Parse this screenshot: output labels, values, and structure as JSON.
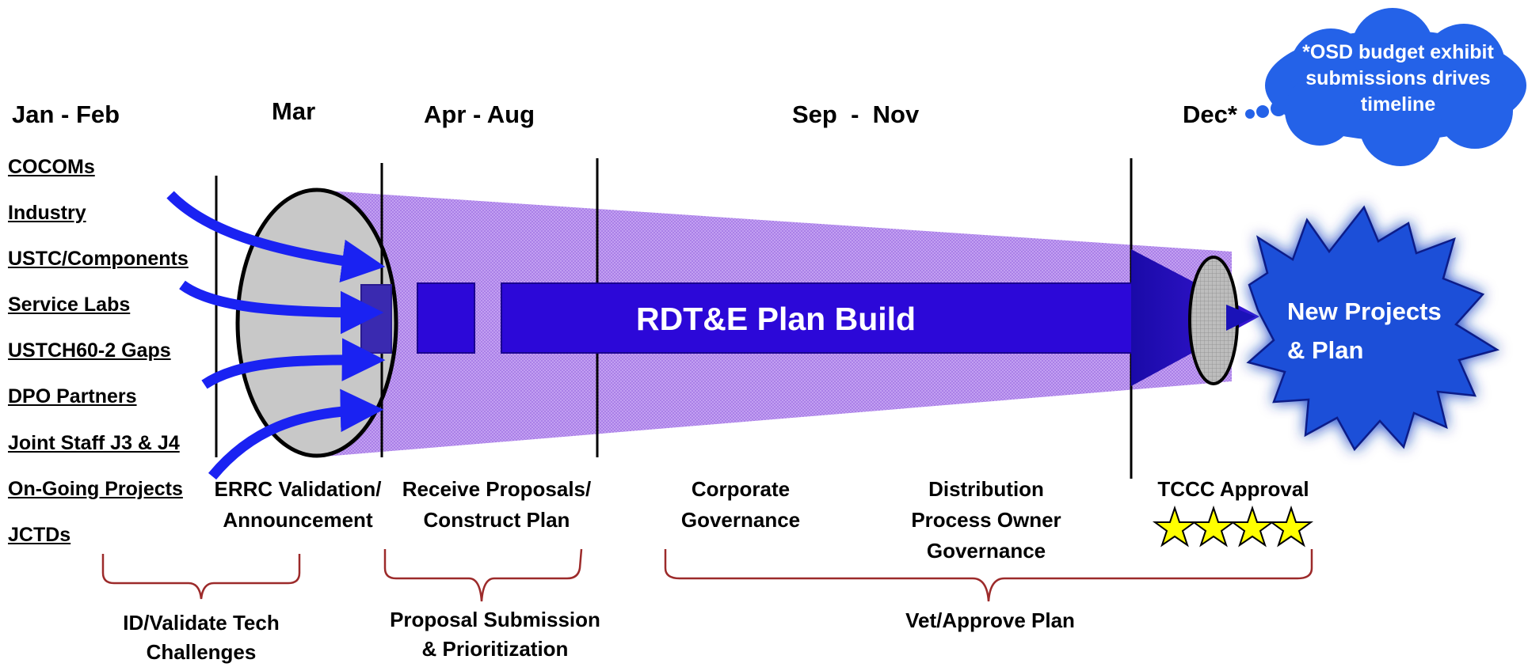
{
  "periods": {
    "jan_feb": "Jan - Feb",
    "mar": "Mar",
    "apr_aug": "Apr - Aug",
    "sep_nov": "Sep  -  Nov",
    "dec": "Dec*"
  },
  "sources": [
    "COCOMs",
    "Industry",
    "USTC/Components",
    "Service Labs",
    "USTCH60-2 Gaps",
    "DPO Partners",
    "Joint Staff J3 & J4",
    "On-Going Projects",
    "JCTDs"
  ],
  "stages": {
    "errc": [
      "ERRC Validation/",
      "Announcement"
    ],
    "receive": [
      "Receive Proposals/",
      "Construct Plan"
    ],
    "corporate": [
      "Corporate",
      "Governance"
    ],
    "distribution": [
      "Distribution",
      "Process Owner",
      "Governance"
    ],
    "tccc": "TCCC Approval"
  },
  "phases": {
    "id_validate": [
      "ID/Validate Tech",
      "Challenges"
    ],
    "proposal": [
      "Proposal Submission",
      "& Prioritization"
    ],
    "vet": "Vet/Approve Plan"
  },
  "band_title": "RDT&E Plan Build",
  "burst": [
    "New Projects",
    "& Plan"
  ],
  "cloud": [
    "*OSD budget exhibit",
    "submissions drives",
    "timeline"
  ],
  "colors": {
    "funnel_purple": "#c4a2f2",
    "band_blue": "#2c08d8",
    "arrow_blue": "#1a22f2",
    "burst_blue": "#1a4fd8",
    "bracket_red": "#9c2a2a",
    "star_yellow": "#ffff00"
  }
}
